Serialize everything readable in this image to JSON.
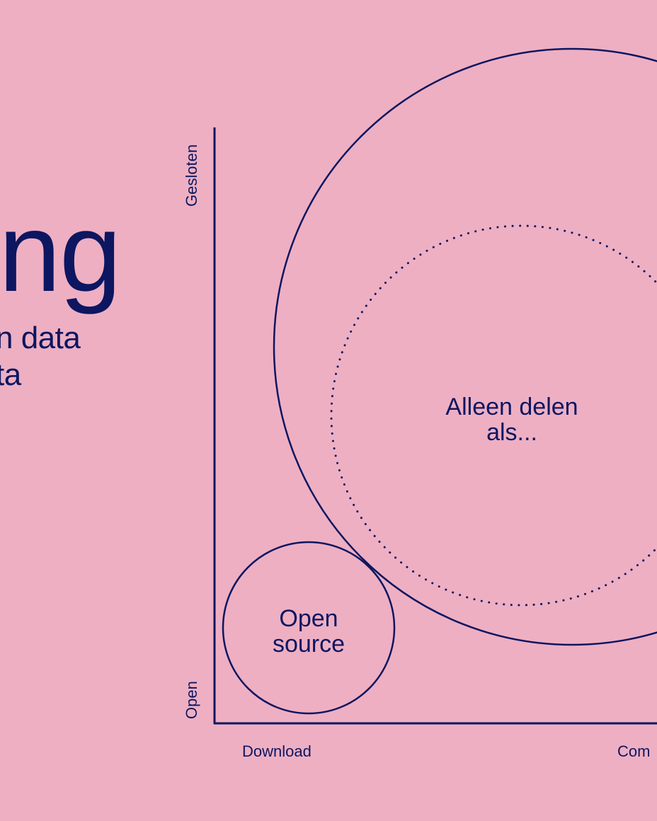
{
  "title": {
    "fragment": "ng",
    "subtitle_line1": "n data",
    "subtitle_line2": "ta"
  },
  "axes": {
    "y_top_label": "Gesloten",
    "y_bottom_label": "Open",
    "x_left_label": "Download",
    "x_right_label": "Com"
  },
  "circles": {
    "large_label_line1": "Alleen delen",
    "large_label_line2": "als...",
    "small_label_line1": "Open",
    "small_label_line2": "source"
  },
  "colors": {
    "background": "#eeafc3",
    "ink": "#0d1660"
  }
}
